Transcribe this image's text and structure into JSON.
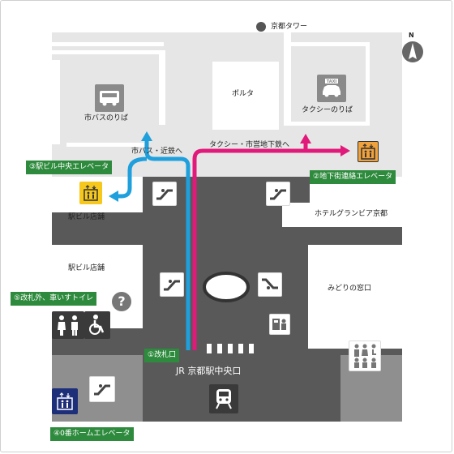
{
  "landmarks": {
    "kyoto_tower": "京都タワー",
    "north": "N",
    "porta": "ポルタ",
    "taxi_sign": "TAXI",
    "taxi_stand": "タクシーのりば",
    "bus_stop": "市バスのりば",
    "hotel": "ホテルグランビア京都",
    "midori": "みどりの窓口",
    "station_entrance": "JR 京都駅中央口",
    "station_shop_1": "駅ビル店舗",
    "station_shop_2": "駅ビル店舗"
  },
  "routes": {
    "blue_label": "市バス・近鉄へ",
    "pink_label": "タクシー・市営地下鉄へ",
    "blue_color": "#1fa0dc",
    "pink_color": "#e1197b"
  },
  "callouts": {
    "c1": "①改札口",
    "c2": "②地下街連絡エレベータ",
    "c3": "③駅ビル中央エレベータ",
    "c4": "④0番ホームエレベータ",
    "c5": "⑤改札外、車いすトイレ"
  },
  "colors": {
    "callout_green": "#2e8b3d",
    "elevator_yellow": "#f6c81c",
    "elevator_orange": "#f0a23c",
    "elevator_navy": "#1e2f7a",
    "dark_floor": "#595959"
  },
  "icons": {
    "kyoto_tower_marker": "circle-icon",
    "north_arrow": "north-arrow-icon",
    "taxi": "taxi-icon",
    "bus": "bus-icon",
    "escalator": "escalator-icon",
    "elevator": "elevator-icon",
    "restroom": "restroom-icon",
    "wheelchair": "wheelchair-icon",
    "question": "question-icon",
    "train": "train-icon",
    "ticket_machine": "ticket-machine-icon"
  }
}
